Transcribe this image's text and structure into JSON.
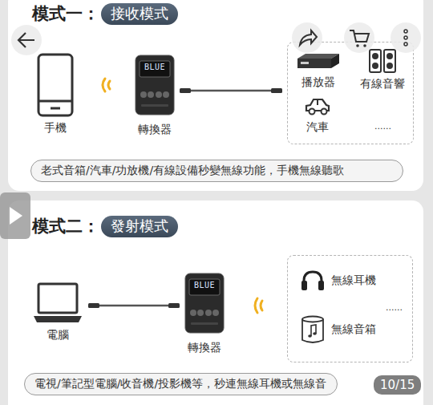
{
  "diagram": {
    "nodes": [
      {
        "text": [
          "模式一：",
          "接收模式"
        ]
      },
      {
        "text": [
          "手機"
        ]
      },
      {
        "text": [
          "BLUE",
          "轉換器"
        ]
      },
      {
        "text": [
          "......"
        ]
      },
      {
        "text": [
          "播放器"
        ],
        "in": 3
      },
      {
        "text": [
          "有線音響"
        ],
        "in": 3
      },
      {
        "text": [
          "汽車"
        ],
        "in": 3
      },
      {
        "text": [
          "老式音箱/汽車/功放機/有線設備秒變無線功能，手機無線聽歌"
        ]
      },
      {
        "text": [
          "模式二：",
          "發射模式"
        ]
      },
      {
        "text": [
          "電腦"
        ]
      },
      {
        "text": [
          "BLUE",
          "轉換器"
        ]
      },
      {
        "text": [
          "......"
        ]
      },
      {
        "text": [
          "無線耳機"
        ],
        "in": 11
      },
      {
        "text": [
          "無線音箱"
        ],
        "in": 11
      },
      {
        "text": [
          "電視/筆記型電腦/收音機/投影機等，秒連無線耳機或無線音"
        ]
      }
    ],
    "edges": [
      {
        "from": 2,
        "to": 3,
        "arrow": "none"
      },
      {
        "from": 9,
        "to": 10,
        "arrow": "none"
      }
    ],
    "labels": [
      "10/15"
    ]
  }
}
